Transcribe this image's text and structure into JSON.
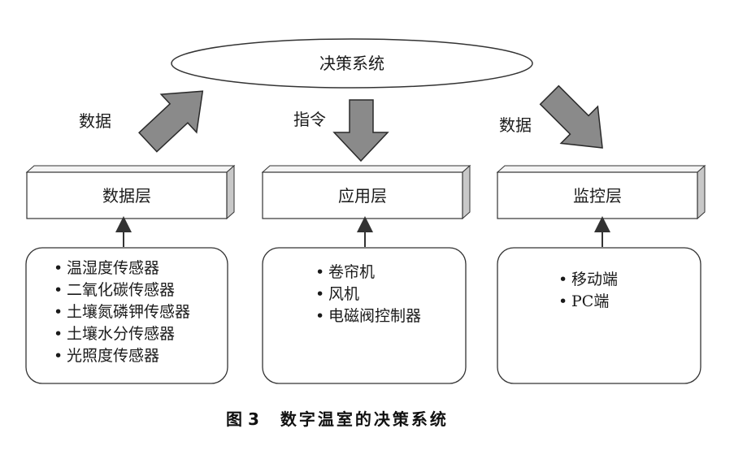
{
  "center": {
    "label": "决策系统"
  },
  "arrows": {
    "left_label": "数据",
    "middle_label": "指令",
    "right_label": "数据"
  },
  "layers": [
    {
      "label": "数据层",
      "items": [
        "温湿度传感器",
        "二氧化碳传感器",
        "土壤氮磷钾传感器",
        "土壤水分传感器",
        "光照度传感器"
      ]
    },
    {
      "label": "应用层",
      "items": [
        "卷帘机",
        "风机",
        "电磁阀控制器"
      ]
    },
    {
      "label": "监控层",
      "items": [
        "移动端",
        "PC端"
      ]
    }
  ],
  "bullet": "•",
  "caption": {
    "figure": "图 3",
    "title": "数字温室的决策系统"
  },
  "colors": {
    "arrow_fill": "#8a8a8a",
    "arrow_stroke": "#2a2a2a",
    "box_side": "#c8c8c8",
    "line": "#333333"
  }
}
